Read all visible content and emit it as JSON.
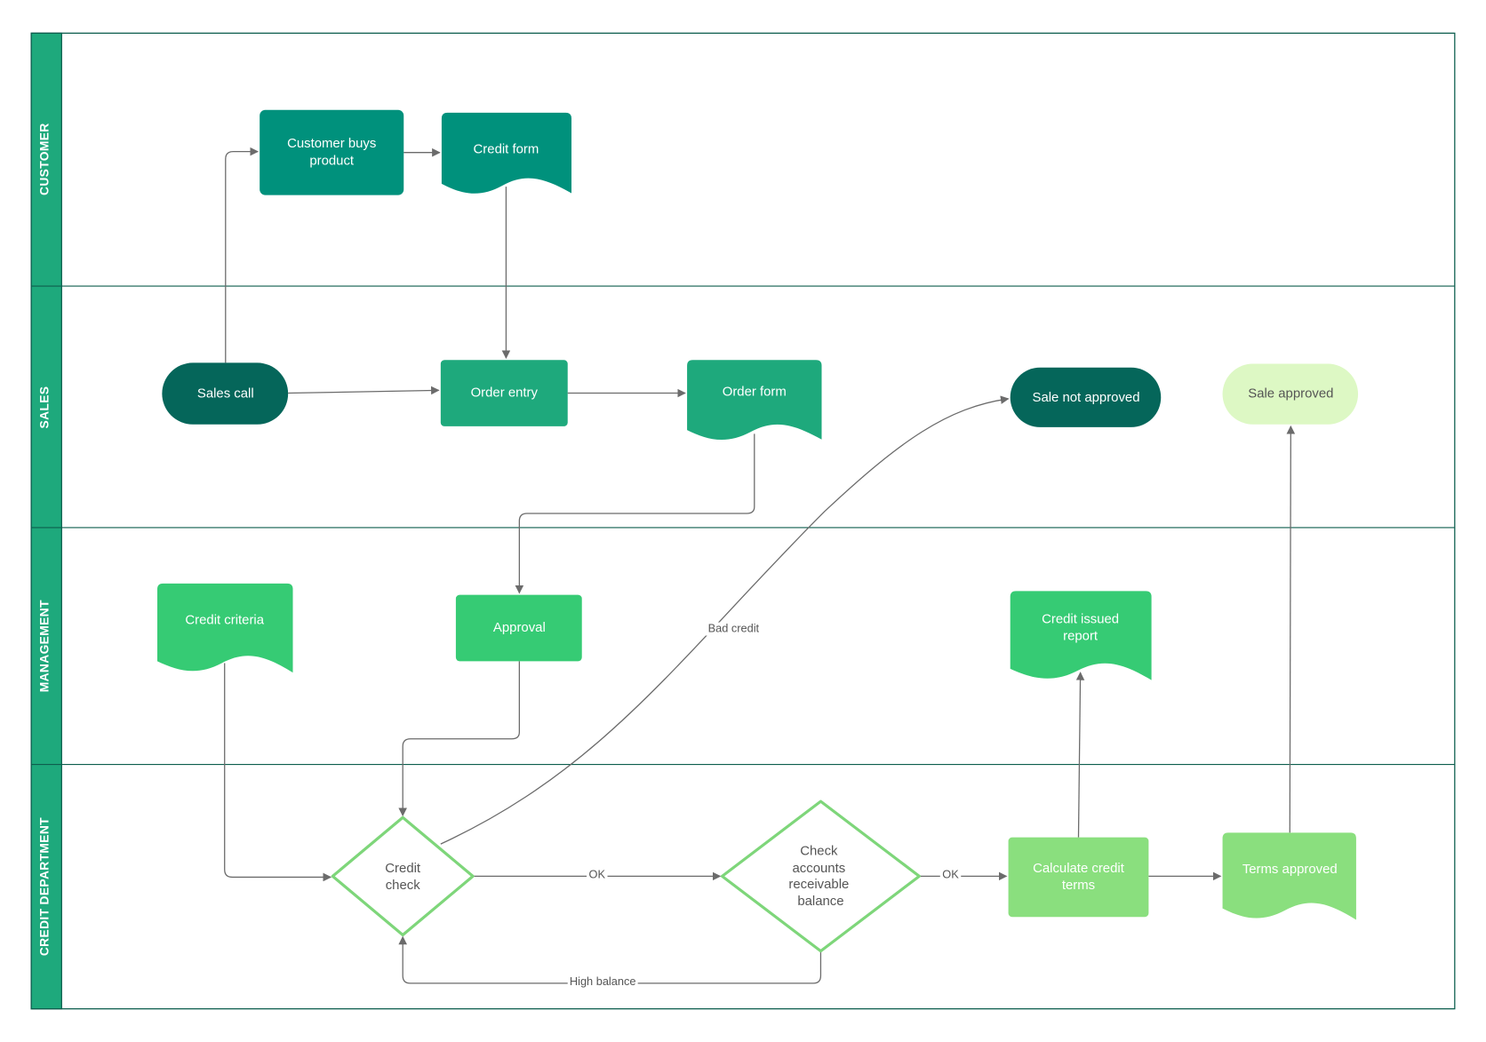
{
  "lanes": [
    "CUSTOMER",
    "SALES",
    "MANAGEMENT",
    "CREDIT DEPARTMENT"
  ],
  "colors": {
    "lane_header": "#1ea97c",
    "border": "#0d5e4e",
    "customer_nodes": "#00917c",
    "terminator_dark": "#05665a",
    "sales_nodes": "#1ea97c",
    "management_nodes": "#36cb74",
    "credit_nodes": "#8adf7e",
    "sale_approved": "#ddf8c4",
    "decision_stroke": "#7ed67a",
    "connector": "#6b6b6b"
  },
  "nodes": {
    "customer_buys": [
      "Customer buys",
      "product"
    ],
    "credit_form": "Credit form",
    "sales_call": "Sales call",
    "order_entry": "Order entry",
    "order_form": "Order form",
    "sale_not_approved": "Sale not approved",
    "sale_approved": "Sale approved",
    "credit_criteria": "Credit criteria",
    "approval": "Approval",
    "credit_issued_report": [
      "Credit issued",
      "report"
    ],
    "credit_check": [
      "Credit",
      "check"
    ],
    "check_ar_balance": [
      "Check",
      "accounts",
      "receivable",
      "balance"
    ],
    "calculate_credit_terms": [
      "Calculate credit",
      "terms"
    ],
    "terms_approved": "Terms approved"
  },
  "edge_labels": {
    "ok_1": "OK",
    "ok_2": "OK",
    "high_balance": "High balance",
    "bad_credit": "Bad credit"
  }
}
